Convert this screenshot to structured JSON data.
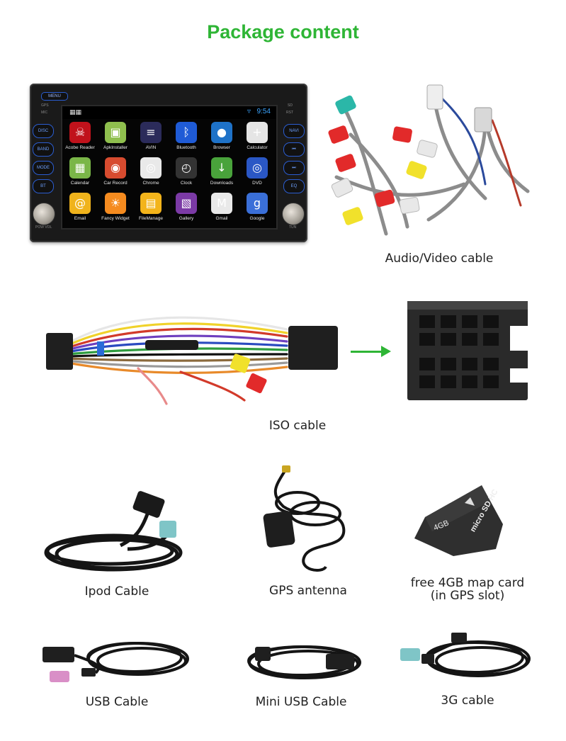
{
  "title": "Package content",
  "head_unit": {
    "time": "9:54",
    "side_left": [
      "DISC",
      "BAND",
      "MODE",
      "BT"
    ],
    "side_right": [
      "NAVI",
      "⏮",
      "⏭",
      "EQ"
    ],
    "top_left": "MENU",
    "top_left_small": [
      "GPS",
      "MIC"
    ],
    "top_right_small": [
      "SD",
      "RST"
    ],
    "bottom_left": "POW VOL",
    "bottom_right": "TUN",
    "apps": [
      {
        "label": "Acobe Reader",
        "color": "#c0121b",
        "glyph": "☠"
      },
      {
        "label": "ApkInstaller",
        "color": "#8fbf4e",
        "glyph": "▣"
      },
      {
        "label": "AVIN",
        "color": "#2b2b5a",
        "glyph": "≡"
      },
      {
        "label": "Bluetooth",
        "color": "#1f5bd6",
        "glyph": "ᛒ"
      },
      {
        "label": "Browser",
        "color": "#1e72c8",
        "glyph": "●"
      },
      {
        "label": "Calculator",
        "color": "#e5e5e5",
        "glyph": "+"
      },
      {
        "label": "Calendar",
        "color": "#7ab648",
        "glyph": "▦"
      },
      {
        "label": "Car Record",
        "color": "#d74b2f",
        "glyph": "◉"
      },
      {
        "label": "Chrome",
        "color": "#e9e9e9",
        "glyph": "◎"
      },
      {
        "label": "Clock",
        "color": "#333",
        "glyph": "◴"
      },
      {
        "label": "Downloads",
        "color": "#49a33b",
        "glyph": "↓"
      },
      {
        "label": "DVD",
        "color": "#2a57c5",
        "glyph": "◎"
      },
      {
        "label": "Email",
        "color": "#f0b31c",
        "glyph": "@"
      },
      {
        "label": "Fancy Widget",
        "color": "#f58b1f",
        "glyph": "☀"
      },
      {
        "label": "FileManage",
        "color": "#f3b41b",
        "glyph": "▤"
      },
      {
        "label": "Gallery",
        "color": "#7b3aa5",
        "glyph": "▧"
      },
      {
        "label": "Gmail",
        "color": "#e9e9e9",
        "glyph": "M"
      },
      {
        "label": "Google",
        "color": "#3a6fd8",
        "glyph": "g"
      }
    ]
  },
  "captions": {
    "av_cable": "Audio/Video cable",
    "iso_cable": "ISO cable",
    "ipod_cable": "Ipod Cable",
    "gps_antenna": "GPS antenna",
    "map_card_line1": "free 4GB map card",
    "map_card_line2": "(in GPS slot)",
    "usb_cable": "USB Cable",
    "mini_usb_cable": "Mini USB Cable",
    "g3_cable": "3G cable"
  },
  "sd_card": {
    "size": "4GB",
    "brand": "micro SD HC"
  },
  "colors": {
    "title_green": "#2eb535",
    "arrow_green": "#2eb535"
  }
}
